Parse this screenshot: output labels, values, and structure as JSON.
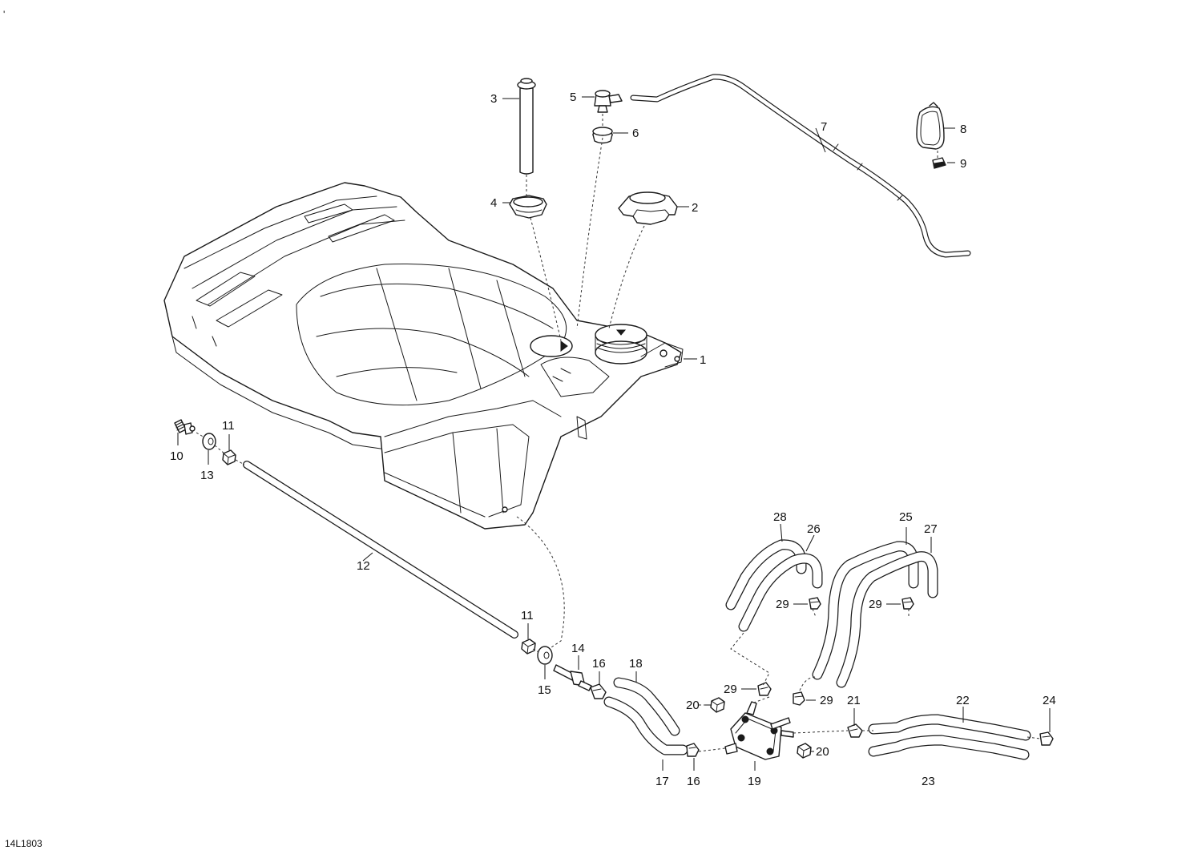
{
  "diagram": {
    "drawing_code": "14L1803",
    "corner_mark": "'",
    "callouts": {
      "c1": "1",
      "c2": "2",
      "c3": "3",
      "c4": "4",
      "c5": "5",
      "c6": "6",
      "c7": "7",
      "c8": "8",
      "c9": "9",
      "c10": "10",
      "c11a": "11",
      "c11b": "11",
      "c12": "12",
      "c13": "13",
      "c14": "14",
      "c15": "15",
      "c16a": "16",
      "c16b": "16",
      "c17": "17",
      "c18": "18",
      "c19": "19",
      "c20a": "20",
      "c20b": "20",
      "c21": "21",
      "c22": "22",
      "c23": "23",
      "c24": "24",
      "c25": "25",
      "c26": "26",
      "c27": "27",
      "c28": "28",
      "c29a": "29",
      "c29b": "29",
      "c29c": "29",
      "c29d": "29"
    }
  }
}
